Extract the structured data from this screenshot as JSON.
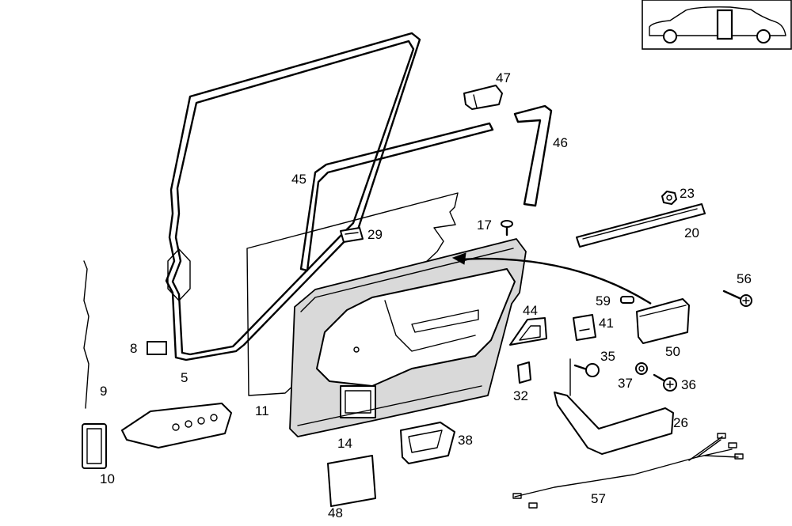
{
  "callouts": {
    "c5": "5",
    "c8": "8",
    "c9": "9",
    "c10": "10",
    "c11": "11",
    "c14": "14",
    "c17": "17",
    "c20": "20",
    "c23": "23",
    "c26": "26",
    "c29": "29",
    "c32": "32",
    "c35": "35",
    "c36": "36",
    "c37": "37",
    "c38": "38",
    "c41": "41",
    "c44": "44",
    "c45": "45",
    "c46": "46",
    "c47": "47",
    "c48": "48",
    "c50": "50",
    "c56": "56",
    "c57": "57",
    "c59": "59"
  },
  "locator": {
    "icon": "car-side-rear-door-icon"
  }
}
